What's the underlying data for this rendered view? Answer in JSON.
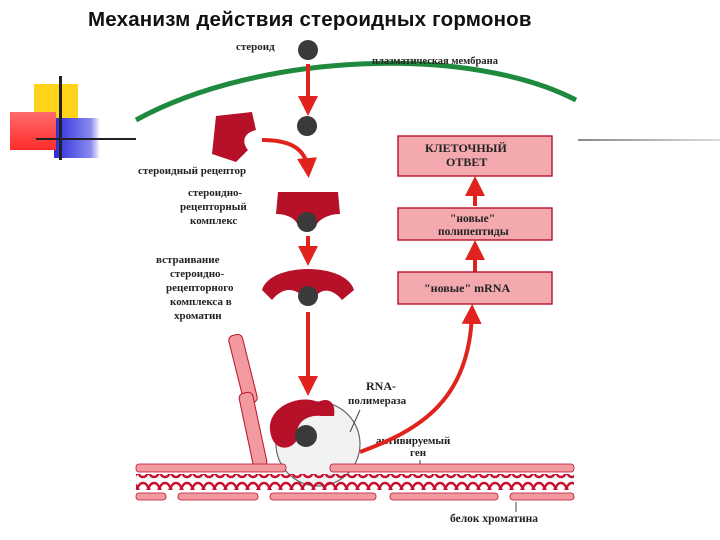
{
  "slide": {
    "title": "Механизм действия стероидных гормонов"
  },
  "diagram": {
    "labels": {
      "steroid": "стероид",
      "membrane": "плазматическая мембрана",
      "receptor": "стероидный рецептор",
      "complex": [
        "стероидно-",
        "рецепторный",
        "комплекс"
      ],
      "integration": [
        "встраивание",
        "стероидно-",
        "рецепторного",
        "комплекса в",
        "хроматин"
      ],
      "rna_polymerase": [
        "RNA-",
        "полимераза"
      ],
      "activated_gene": [
        "активируемый",
        "ген"
      ],
      "chromatin_protein": "белок хроматина"
    },
    "boxes": {
      "cell_response": [
        "КЛЕТОЧНЫЙ",
        "ОТВЕТ"
      ],
      "new_polypeptides": [
        "\"новые\"",
        "полипептиды"
      ],
      "new_mrna": "\"новые\" mRNA"
    },
    "colors": {
      "protein": "#b7112a",
      "arrow": "#e0231c",
      "membrane": "#1f8a3e",
      "box_fill": "#f3a9ae",
      "chromatin": "#f29aa0",
      "nucleus_dot": "#3a3a3a",
      "deco_yellow": "#ffd319",
      "deco_red": "#ff3b3b",
      "deco_blue": "#2b2bd9"
    }
  }
}
